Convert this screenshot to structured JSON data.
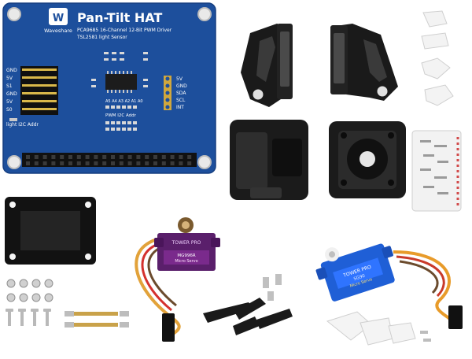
{
  "hat": {
    "brand": "Waveshare",
    "title": "Pan-Tilt HAT",
    "line1": "PCA9685 16-Channel 12-Bit PWM Driver",
    "line2": "TSL2581 light Sensor",
    "left_pins": [
      "GND",
      "5V",
      "S1",
      "GND",
      "5V",
      "S0"
    ],
    "right_pins": [
      "5V",
      "GND",
      "SDA",
      "SCL",
      "INT"
    ],
    "light_addr": "light I2C Addr",
    "addr_bits": "A5 A4 A3 A2 A1 A0",
    "pwm_addr": "PWM I2C Addr"
  },
  "servo_mg": {
    "sticker": "TOWER PRO",
    "model": "MG996R",
    "sub": "Micro Servo"
  },
  "servo_sg": {
    "sticker": "TOWER PRO",
    "model": "SG90",
    "sub": "Micro Servo"
  },
  "colors": {
    "pcb": "#1d4f9c",
    "servo_mg": "#5a1f6b",
    "servo_sg": "#1f5fd6",
    "plastic_black": "#1a1a1a"
  }
}
